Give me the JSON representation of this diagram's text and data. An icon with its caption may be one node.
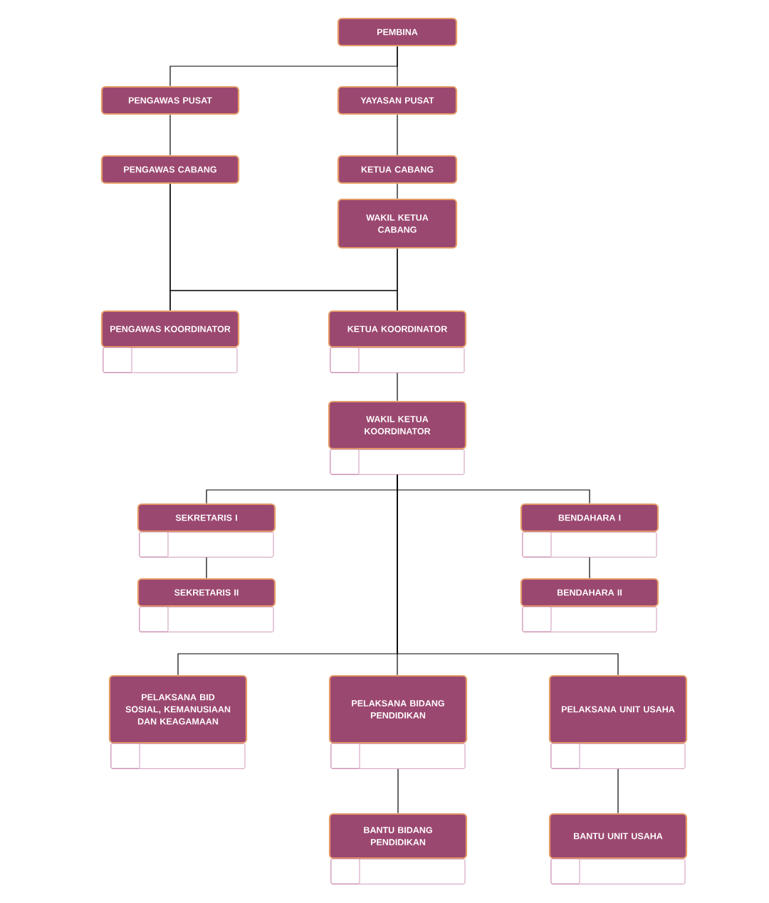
{
  "diagram": {
    "nodes": [
      {
        "text": [
          "PEMBINA"
        ]
      },
      {
        "text": [
          "PENGAWAS PUSAT"
        ]
      },
      {
        "text": [
          "YAYASAN PUSAT"
        ]
      },
      {
        "text": [
          "PENGAWAS CABANG"
        ]
      },
      {
        "text": [
          "KETUA CABANG"
        ]
      },
      {
        "text": [
          "WAKIL KETUA CABANG"
        ]
      },
      {
        "text": [
          "PENGAWAS KOORDINATOR"
        ]
      },
      {
        "text": [
          "KETUA KOORDINATOR"
        ]
      },
      {
        "text": [
          "WAKIL KETUA KOORDINATOR"
        ]
      },
      {
        "text": [
          "SEKRETARIS I"
        ]
      },
      {
        "text": [
          "BENDAHARA I"
        ]
      },
      {
        "text": [
          "SEKRETARIS II"
        ]
      },
      {
        "text": [
          "BENDAHARA II"
        ]
      },
      {
        "text": [
          "PELAKSANA BID SOSIAL, KEMANUSIAAN DAN KEAGAMAAN"
        ]
      },
      {
        "text": [
          "PELAKSANA BIDANG PENDIDIKAN"
        ]
      },
      {
        "text": [
          "PELAKSANA UNIT USAHA"
        ]
      },
      {
        "text": [
          "BANTU BIDANG PENDIDIKAN"
        ]
      },
      {
        "text": [
          "BANTU UNIT USAHA"
        ]
      }
    ],
    "edges": [
      {
        "from": 0,
        "to": 1,
        "arrow": "none"
      },
      {
        "from": 0,
        "to": 2,
        "arrow": "none"
      },
      {
        "from": 1,
        "to": 3,
        "arrow": "none"
      },
      {
        "from": 2,
        "to": 4,
        "arrow": "none"
      },
      {
        "from": 4,
        "to": 5,
        "arrow": "none"
      },
      {
        "from": 3,
        "to": 6,
        "arrow": "none"
      },
      {
        "from": 3,
        "to": 7,
        "arrow": "none"
      },
      {
        "from": 5,
        "to": 6,
        "arrow": "none"
      },
      {
        "from": 5,
        "to": 7,
        "arrow": "none"
      },
      {
        "from": 7,
        "to": 8,
        "arrow": "none"
      },
      {
        "from": 8,
        "to": 9,
        "arrow": "none"
      },
      {
        "from": 8,
        "to": 10,
        "arrow": "none"
      },
      {
        "from": 9,
        "to": 11,
        "arrow": "none"
      },
      {
        "from": 10,
        "to": 12,
        "arrow": "none"
      },
      {
        "from": 8,
        "to": 13,
        "arrow": "none"
      },
      {
        "from": 8,
        "to": 14,
        "arrow": "none"
      },
      {
        "from": 8,
        "to": 15,
        "arrow": "none"
      },
      {
        "from": 14,
        "to": 16,
        "arrow": "none"
      },
      {
        "from": 15,
        "to": 17,
        "arrow": "none"
      }
    ]
  }
}
